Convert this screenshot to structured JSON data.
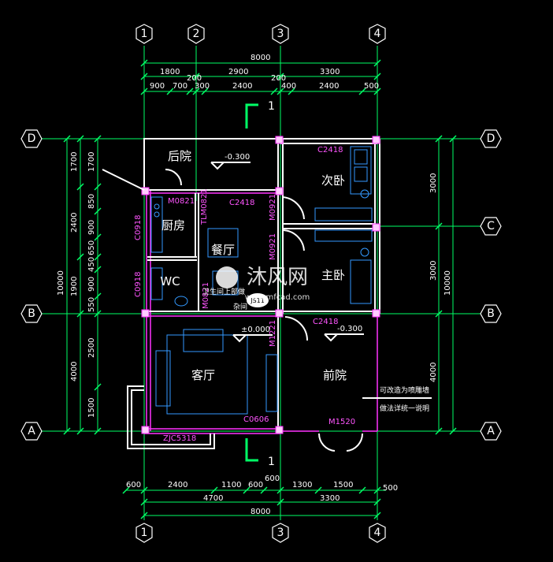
{
  "axes": {
    "columns": [
      "1",
      "2",
      "3",
      "4"
    ],
    "rows": [
      "D",
      "C",
      "B",
      "A"
    ]
  },
  "top_dims": {
    "overall": "8000",
    "level2": [
      "1800",
      "2900",
      "3300"
    ],
    "level3": [
      "900",
      "700",
      "200",
      "300",
      "2400",
      "200",
      "400",
      "2400",
      "500"
    ]
  },
  "bottom_dims": {
    "overall": "8000",
    "level2": [
      "4700",
      "3300"
    ],
    "level1": [
      "600",
      "2400",
      "1100",
      "600",
      "600",
      "1300",
      "1500",
      "500"
    ]
  },
  "left_dims": {
    "overall": "10000",
    "level2": [
      "1700",
      "2400",
      "1900",
      "4000"
    ],
    "level1": [
      "1700",
      "850",
      "900",
      "650",
      "450",
      "900",
      "550",
      "2500",
      "1500"
    ]
  },
  "right_dims": {
    "overall": "10000",
    "level": [
      "3000",
      "3000",
      "4000"
    ]
  },
  "rooms": {
    "back_yard": "后院",
    "kitchen": "厨房",
    "dining": "餐厅",
    "wc": "WC",
    "bedroom2": "次卧",
    "master": "主卧",
    "living": "客厅",
    "front_yard": "前院"
  },
  "levels": {
    "back": "-0.300",
    "living": "±0.000",
    "front": "-0.300"
  },
  "tags": {
    "m0821": "M0821",
    "tlm0821": "TLM0821",
    "c2418_a": "C2418",
    "c2418_b": "C2418",
    "c2418_c": "C2418",
    "m0921_a": "M0921",
    "m0921_b": "M0921",
    "c0918_a": "C0918",
    "c0918_b": "C0918",
    "m0821_b": "M0821",
    "m1221": "M1221",
    "c0606": "C0606",
    "m1520": "M1520",
    "zjc": "ZJC5318",
    "js11": "JS11",
    "stair_note": "卫生间上部做",
    "stair_note2": "杂间"
  },
  "notes": {
    "line1": "可改造为喷雕墙",
    "line2": "做法详统一说明"
  },
  "section": {
    "top": "1",
    "bottom": "1"
  },
  "watermark": {
    "brand": "沐风网",
    "url": "www.mfcad.com"
  },
  "colors": {
    "background": "#000000",
    "grid": "#00ff66",
    "wall": "#ffffff",
    "magenta": "#ff33ff",
    "furniture": "#3399ff"
  }
}
